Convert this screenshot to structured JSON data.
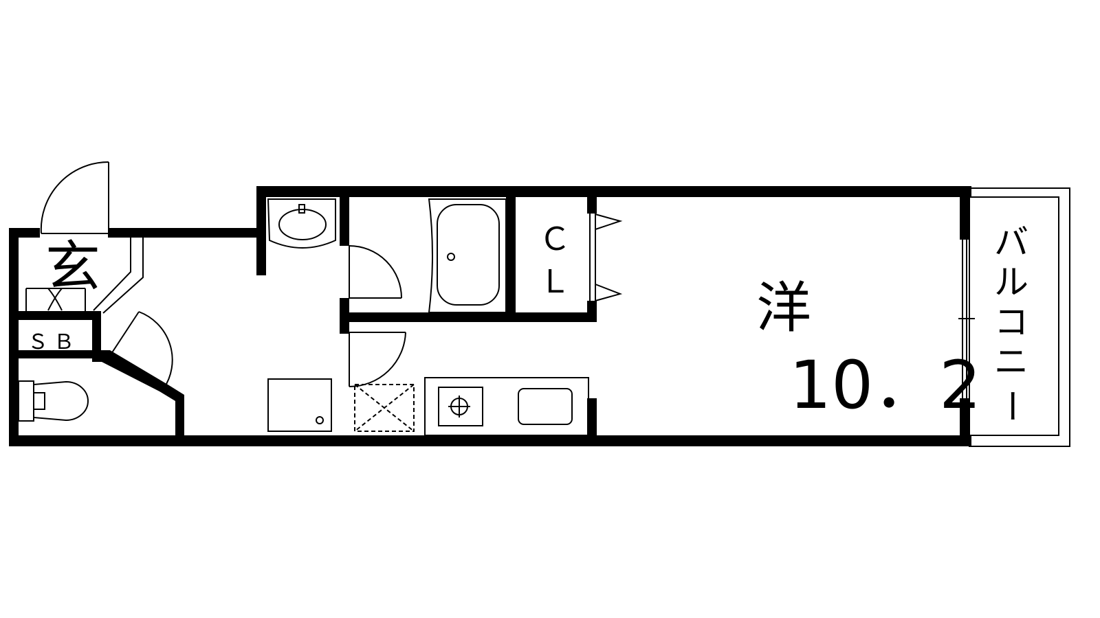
{
  "rooms": {
    "entrance": "玄",
    "shoe_box": "ＳＢ",
    "closet_c": "Ｃ",
    "closet_l": "Ｌ",
    "western_room": "洋",
    "western_room_area": "10．2",
    "balcony": [
      "バ",
      "ル",
      "コ",
      "ニ",
      "ー"
    ]
  }
}
